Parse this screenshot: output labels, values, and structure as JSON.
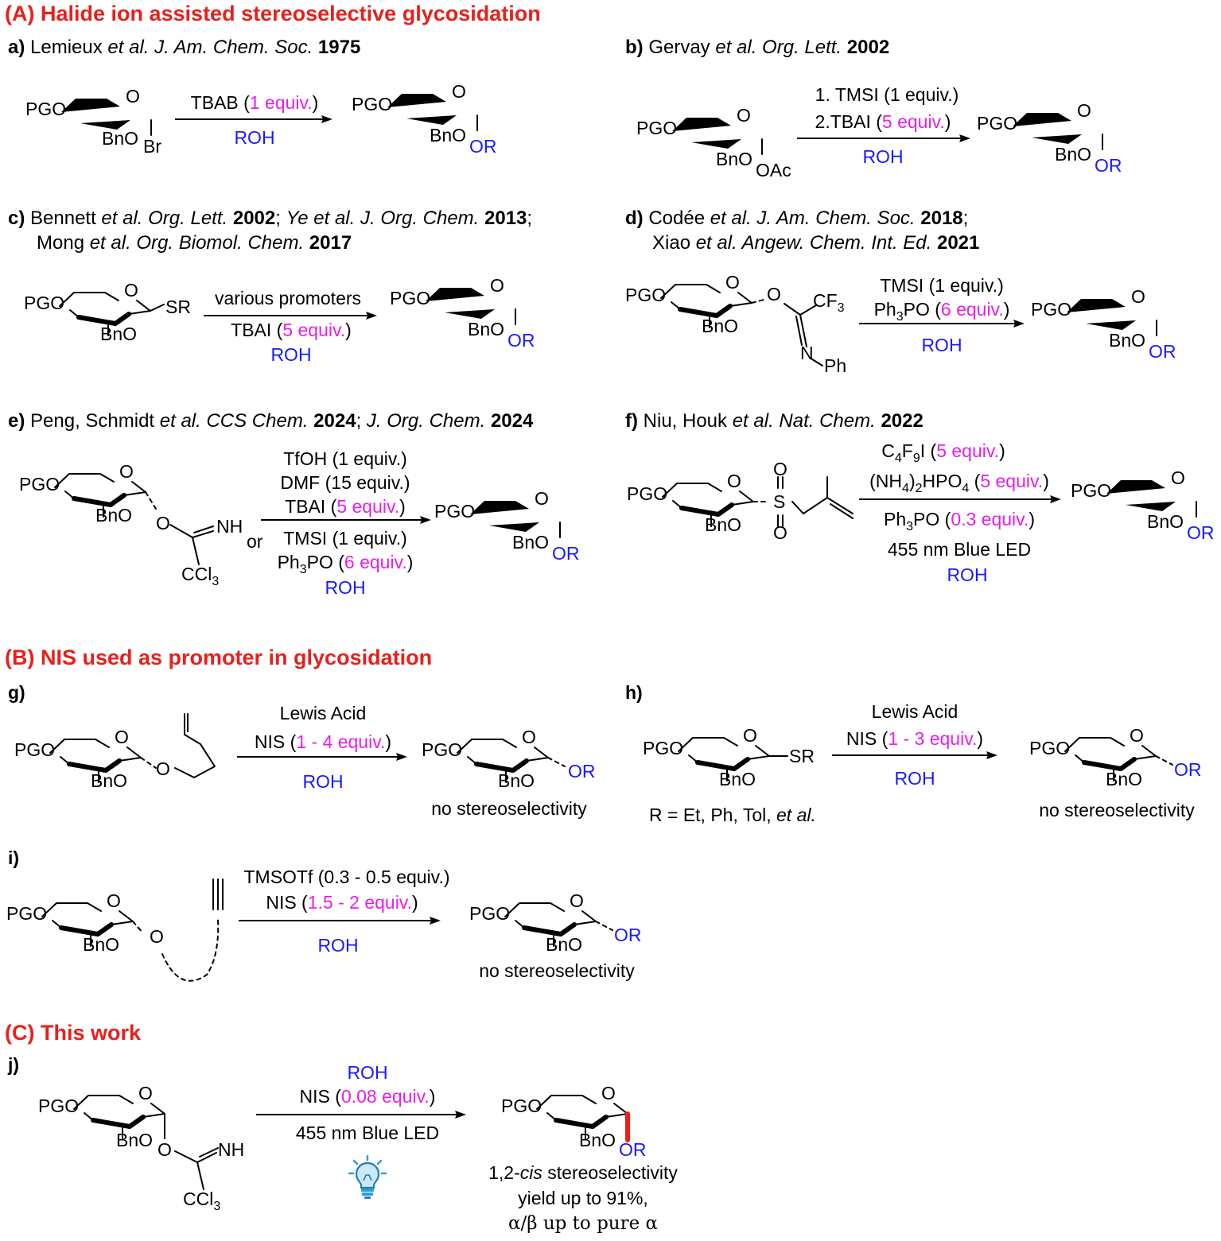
{
  "sections": {
    "A": "(A) Halide ion assisted stereoselective glycosidation",
    "B": "(B) NIS used as promoter in glycosidation",
    "C": "(C) This work"
  },
  "labels": {
    "PGO": "PGO",
    "BnO": "BnO",
    "O": "O",
    "OR": "OR",
    "Br": "Br",
    "OAc": "OAc",
    "SR": "SR",
    "CF3": "CF",
    "sub3": "3",
    "N": "N",
    "Ph": "Ph",
    "NH": "NH",
    "CCl3": "CCl",
    "S": "S",
    "or": "or"
  },
  "refs": {
    "a": {
      "letter": "a)",
      "t1": " Lemieux ",
      "i1": "et al. J. Am. Chem. Soc.",
      "b1": " 1975"
    },
    "b": {
      "letter": "b)",
      "t1": " Gervay ",
      "i1": "et al. Org. Lett.",
      "b1": " 2002"
    },
    "c": {
      "letter": "c)",
      "t1": " Bennett ",
      "i1": "et al. Org. Lett.",
      "b1": " 2002",
      "t2": "; ",
      "i2": "Ye et al. J. Org. Chem.",
      "b2": " 2013",
      "t3": ";",
      "line2_t": "Mong ",
      "line2_i": "et al. Org. Biomol. Chem.",
      "line2_b": " 2017"
    },
    "d": {
      "letter": "d)",
      "t1": " Codée ",
      "i1": "et al. J. Am. Chem. Soc.",
      "b1": " 2018",
      "t2": ";",
      "line2_t": "Xiao ",
      "line2_i": "et al. Angew. Chem. Int. Ed.",
      "line2_b": " 2021"
    },
    "e": {
      "letter": "e)",
      "t1": " Peng, Schmidt ",
      "i1": "et al. CCS Chem.",
      "b1": " 2024",
      "t2": "; ",
      "i2": "J. Org. Chem.",
      "b2": " 2024"
    },
    "f": {
      "letter": "f)",
      "t1": " Niu, Houk ",
      "i1": "et al. Nat. Chem.",
      "b1": " 2022"
    },
    "g": {
      "letter": "g)"
    },
    "h": {
      "letter": "h)"
    },
    "i": {
      "letter": "i)"
    },
    "j": {
      "letter": "j)"
    }
  },
  "conditions": {
    "a": {
      "r1a": "TBAB (",
      "r1m": "1 equiv.",
      "r1b": ")",
      "r2": "ROH"
    },
    "b": {
      "r1": "1. TMSI (1 equiv.)",
      "r2a": "2.TBAI (",
      "r2m": "5 equiv.",
      "r2b": ")",
      "r3": "ROH"
    },
    "c": {
      "r1": "various promoters",
      "r2a": "TBAI (",
      "r2m": "5 equiv.",
      "r2b": ")",
      "r3": "ROH"
    },
    "d": {
      "r1": "TMSI (1 equiv.)",
      "r2a": "Ph",
      "r2s": "3",
      "r2b": "PO (",
      "r2m": "6 equiv.",
      "r2c": ")",
      "r3": "ROH"
    },
    "e": {
      "r1": "TfOH (1 equiv.)",
      "r2": "DMF (15 equiv.)",
      "r3a": "TBAI (",
      "r3m": "5 equiv.",
      "r3b": ")",
      "r4": "TMSI (1 equiv.)",
      "r5a": "Ph",
      "r5s": "3",
      "r5b": "PO (",
      "r5m": "6 equiv.",
      "r5c": ")",
      "r6": "ROH"
    },
    "f": {
      "r1a": "C",
      "r1s1": "4",
      "r1b": "F",
      "r1s2": "9",
      "r1c": "I (",
      "r1m": "5 equiv.",
      "r1d": ")",
      "r2a": "(NH",
      "r2s1": "4",
      "r2b": ")",
      "r2s2": "2",
      "r2c": "HPO",
      "r2s3": "4",
      "r2d": " (",
      "r2m": "5 equiv.",
      "r2e": ")",
      "r3a": "Ph",
      "r3s": "3",
      "r3b": "PO (",
      "r3m": "0.3 equiv.",
      "r3c": ")",
      "r4": "455 nm Blue LED",
      "r5": "ROH"
    },
    "g": {
      "r1": "Lewis Acid",
      "r2a": "NIS (",
      "r2m": "1 - 4 equiv.",
      "r2b": ")",
      "r3": "ROH",
      "note": "no stereoselectivity"
    },
    "h": {
      "r1": "Lewis Acid",
      "r2a": "NIS (",
      "r2m": "1 - 3 equiv.",
      "r2b": ")",
      "r3": "ROH",
      "note": "no stereoselectivity",
      "rdef_a": "R = Et, Ph, Tol, ",
      "rdef_i": "et al."
    },
    "i": {
      "r1": "TMSOTf (0.3 - 0.5 equiv.)",
      "r2a": "NIS (",
      "r2m": "1.5 - 2 equiv.",
      "r2b": ")",
      "r3": "ROH",
      "note": "no stereoselectivity"
    },
    "j": {
      "r1": "ROH",
      "r2a": "NIS (",
      "r2m": "0.08 equiv.",
      "r2b": ")",
      "r3": "455 nm Blue LED",
      "n1a": "1,2-",
      "n1i": "cis",
      "n1b": " stereoselectivity",
      "n2": "yield up to 91%,",
      "n3": "α/β up to pure α"
    }
  },
  "colors": {
    "section_red": "#e8201c",
    "roh_blue": "#1a1aff",
    "equiv_magenta": "#e81ee8",
    "bulb_blue": "#2b9fd8"
  },
  "icons": {
    "bulb": "lightbulb-icon"
  }
}
